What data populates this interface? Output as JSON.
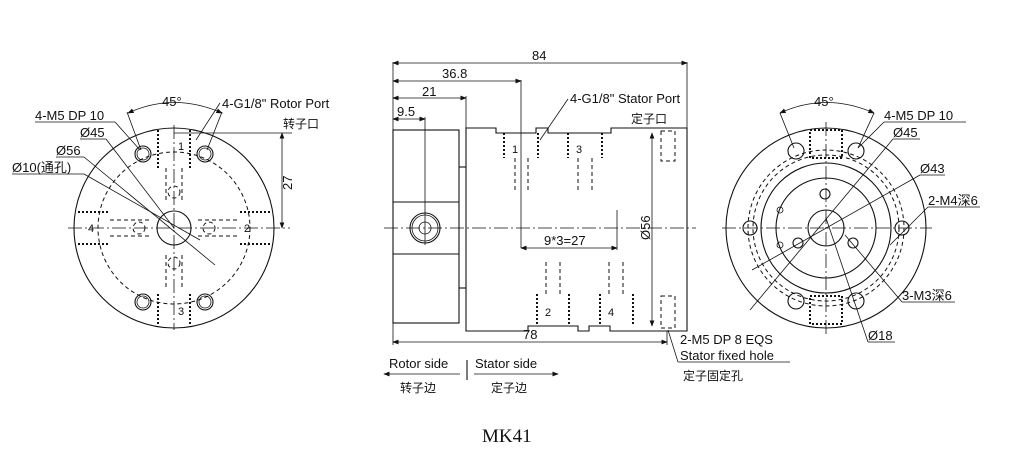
{
  "model": "MK41",
  "left_view": {
    "angle": "45°",
    "rotor_port": "4-G1/8\"  Rotor Port",
    "rotor_port_cn": "转子口",
    "mount_holes": "4-M5 DP 10",
    "d45": "Ø45",
    "d56": "Ø56",
    "through_hole": "Ø10(通孔)",
    "dim_27": "27",
    "port_numbers": [
      "1",
      "2",
      "3",
      "4"
    ]
  },
  "side_view": {
    "dim_84": "84",
    "dim_36_8": "36.8",
    "dim_21": "21",
    "dim_9_5": "9.5",
    "stator_port": "4-G1/8\" Stator Port",
    "stator_port_cn": "定子口",
    "pitch": "9*3=27",
    "d56": "Ø56",
    "dim_78": "78",
    "fixed_hole_1": "2-M5 DP 8 EQS",
    "fixed_hole_2": "Stator fixed hole",
    "fixed_hole_cn": "定子固定孔",
    "port_numbers": [
      "1",
      "3",
      "2",
      "4"
    ],
    "rotor_side": "Rotor side",
    "rotor_side_cn": "转子边",
    "stator_side": "Stator side",
    "stator_side_cn": "定子边"
  },
  "right_view": {
    "angle": "45°",
    "mount_holes": "4-M5 DP 10",
    "d45": "Ø45",
    "d43": "Ø43",
    "m4": "2-M4深6",
    "m3": "3-M3深6",
    "d18": "Ø18"
  }
}
